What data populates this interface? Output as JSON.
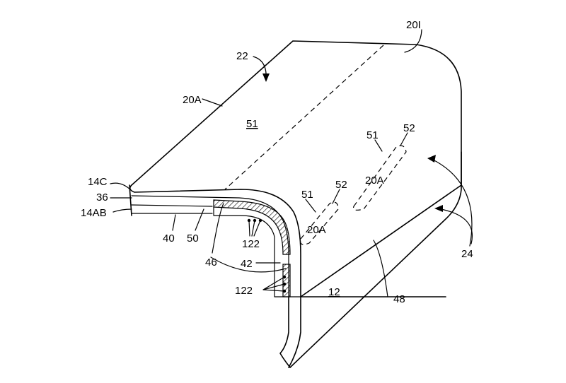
{
  "labels": {
    "l_20I": "20I",
    "l_22": "22",
    "l_20A_top": "20A",
    "l_51_top": "51",
    "l_51_mid": "51",
    "l_52_mid": "52",
    "l_20A_mid": "20A",
    "l_51_low": "51",
    "l_52_low": "52",
    "l_20A_low": "20A",
    "l_14C": "14C",
    "l_36": "36",
    "l_14AB": "14AB",
    "l_40": "40",
    "l_50": "50",
    "l_46": "46",
    "l_42": "42",
    "l_122_a": "122",
    "l_122_b": "122",
    "l_12": "12",
    "l_48": "48",
    "l_24": "24"
  }
}
